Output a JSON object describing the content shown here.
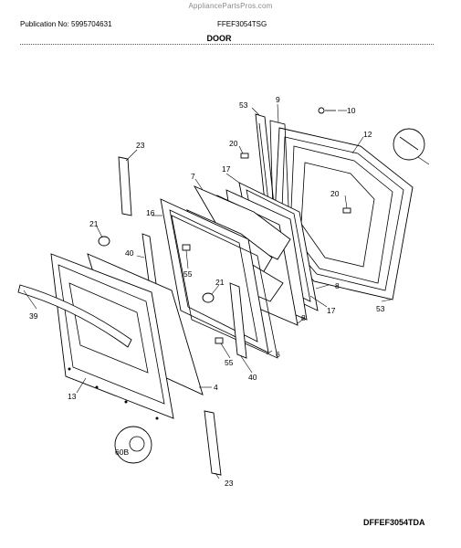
{
  "header": {
    "site": "AppliancePartsPros.com",
    "publication": "Publication No: 5995704631",
    "model": "FFEF3054TSG",
    "section_title": "DOOR",
    "diagram_code": "DFFEF3054TDA"
  },
  "callouts": {
    "c53a": "53",
    "c9": "9",
    "c10": "10",
    "c12": "12",
    "c23a": "23",
    "c20a": "20",
    "c17a": "17",
    "c7": "7",
    "c20b": "20",
    "c16": "16",
    "c21a": "21",
    "c40a": "40",
    "c55a": "55",
    "c8a": "8",
    "c17b": "17",
    "c8b": "8",
    "c53b": "53",
    "c21b": "21",
    "c39": "39",
    "c6": "6",
    "c55b": "55",
    "c40b": "40",
    "c4": "4",
    "c13": "13",
    "c60b": "60B",
    "c23b": "23"
  }
}
